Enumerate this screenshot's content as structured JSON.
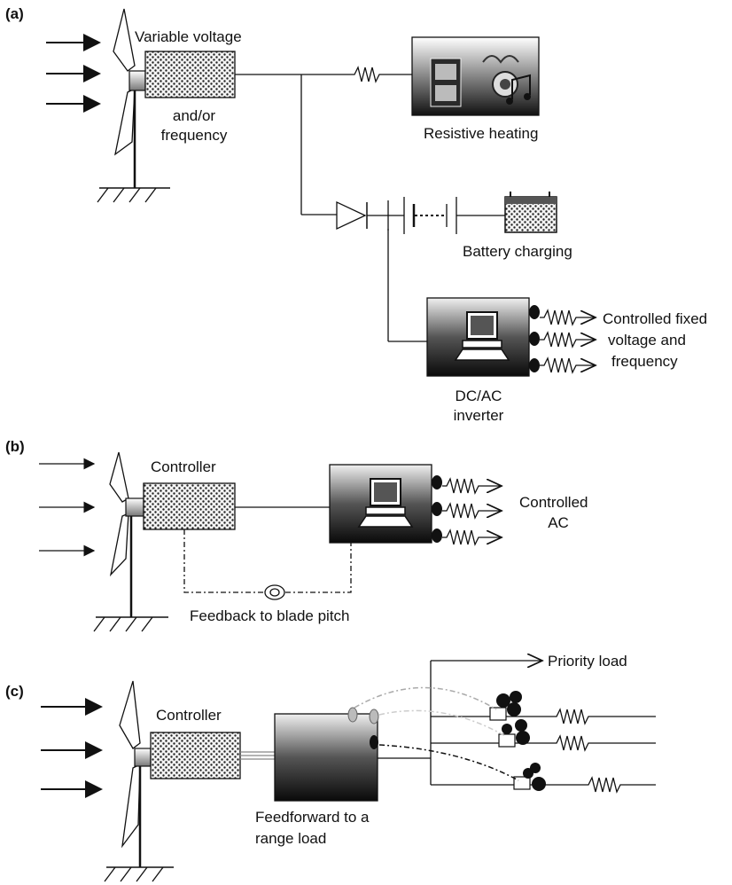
{
  "panels": {
    "a": {
      "tag": "(a)",
      "gen_label_1": "Variable voltage",
      "gen_label_2": "and/or",
      "gen_label_3": "frequency",
      "heater_label": "Resistive heating",
      "battery_label": "Battery charging",
      "inverter_label_1": "DC/AC",
      "inverter_label_2": "inverter",
      "output_label_1": "Controlled fixed",
      "output_label_2": "voltage and",
      "output_label_3": "frequency"
    },
    "b": {
      "tag": "(b)",
      "controller_label": "Controller",
      "output_label_1": "Controlled",
      "output_label_2": "AC",
      "feedback_label": "Feedback to blade pitch"
    },
    "c": {
      "tag": "(c)",
      "controller_label": "Controller",
      "priority_label": "Priority load",
      "feedforward_label_1": "Feedforward to a",
      "feedforward_label_2": "range load"
    }
  }
}
